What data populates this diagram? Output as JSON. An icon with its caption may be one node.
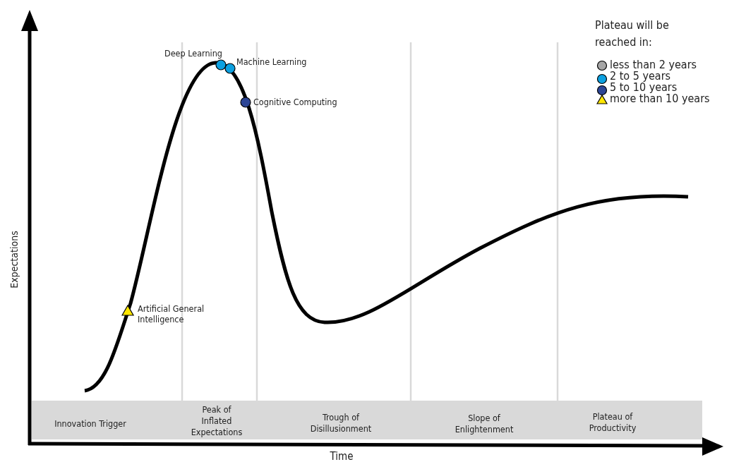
{
  "diagram": {
    "nodes": [
      {
        "text": [],
        "shape": "circle",
        "beside": [
          "Deep Learning"
        ]
      },
      {
        "text": [],
        "shape": "circle",
        "beside": [
          "Machine Learning"
        ]
      },
      {
        "text": [],
        "shape": "circle",
        "beside": [
          "Cognitive Computing"
        ]
      },
      {
        "text": [],
        "shape": "triangle",
        "beside": [
          "Artificial General Intelligence"
        ]
      }
    ],
    "edges": [],
    "labels": [
      "Plateau will be reached in:",
      "Expectations",
      "Innovation Trigger",
      "Peak of Inflated Expectations",
      "Trough of Disillusionment",
      "Slope of Enlightenment",
      "Plateau of Productivity",
      "Time"
    ],
    "legend": [
      {
        "text": "less than 2 years",
        "color": "#a6a6a6"
      },
      {
        "text": "2 to 5 years",
        "color": "#0ca0e0"
      },
      {
        "text": "5 to 10 years",
        "color": "#2c4596"
      },
      {
        "text": "more than 10 years",
        "color": "#ffe600"
      }
    ]
  }
}
